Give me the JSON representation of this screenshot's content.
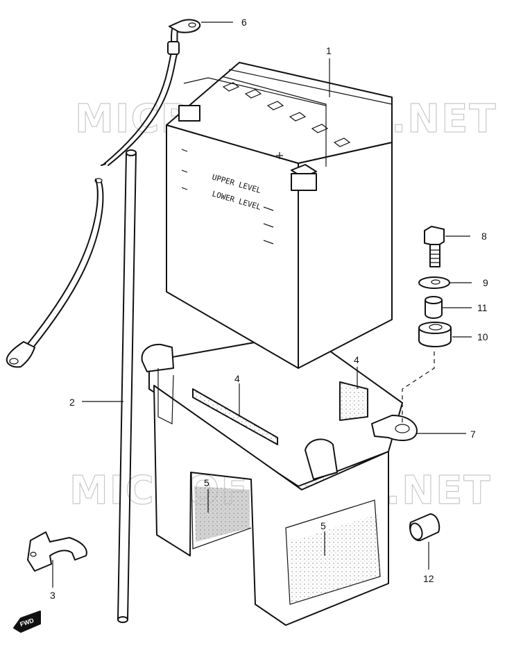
{
  "watermark": "MICROFICHES.NET",
  "battery_labels": {
    "upper": "UPPER LEVEL",
    "lower": "LOWER LEVEL"
  },
  "fwd_label": "FWD",
  "callouts": {
    "c1": "1",
    "c2": "2",
    "c3": "3",
    "c4a": "4",
    "c4b": "4",
    "c5a": "5",
    "c5b": "5",
    "c6": "6",
    "c7": "7",
    "c8": "8",
    "c9": "9",
    "c10": "10",
    "c11": "11",
    "c12": "12"
  }
}
